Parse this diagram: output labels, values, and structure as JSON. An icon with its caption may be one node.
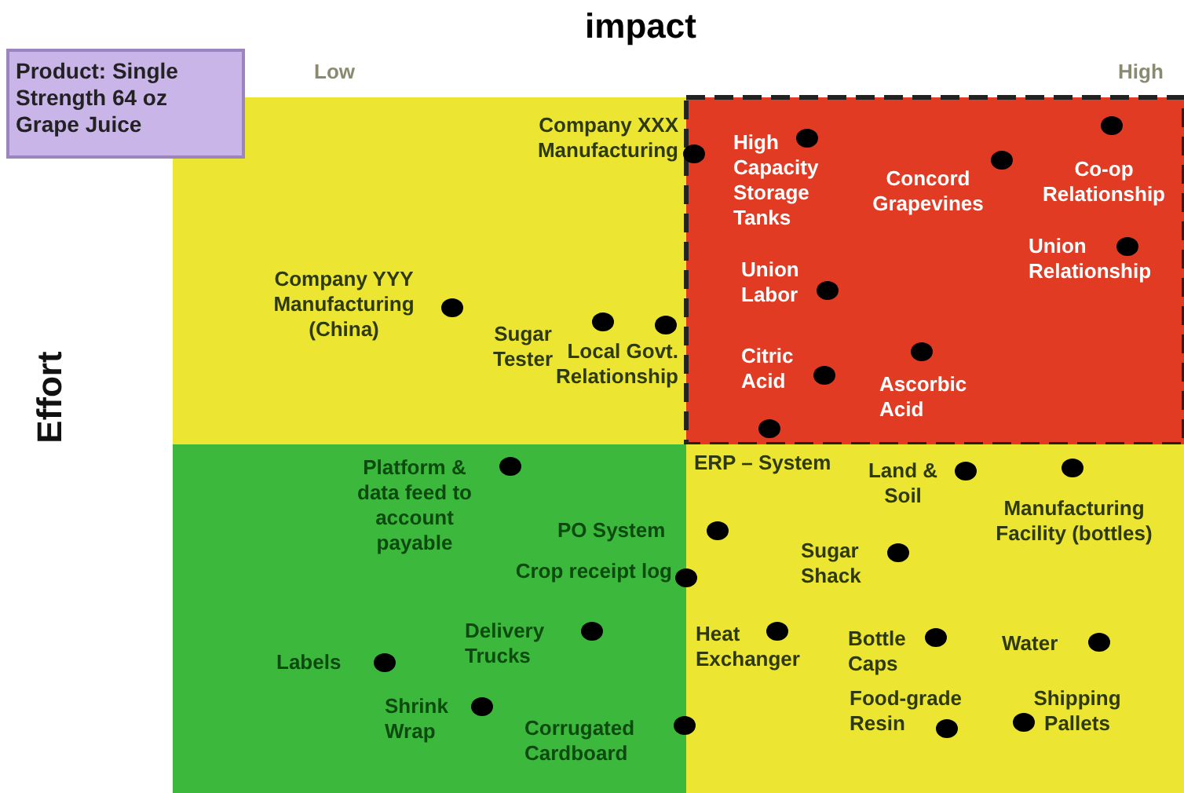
{
  "diagram": {
    "title": "impact",
    "nodes": [
      {
        "text": [
          "Product: Single Strength 64 oz Grape Juice"
        ]
      }
    ],
    "labels": [
      "Effort",
      "Low",
      "High",
      "Company XXX Manufacturing",
      "High Capacity Storage Tanks",
      "Concord Grapevines",
      "Co-op Relationship",
      "Union Relationship",
      "Company YYY Manufacturing (China)",
      "Union Labor",
      "Sugar Tester",
      "Local Govt. Relationship",
      "Citric Acid",
      "Ascorbic Acid",
      "ERP – System",
      "Platform & data feed to account payable",
      "Land & Soil",
      "Manufacturing Facility (bottles)",
      "PO System",
      "Sugar Shack",
      "Crop receipt log",
      "Delivery Trucks",
      "Heat Exchanger",
      "Bottle Caps",
      "Water",
      "Labels",
      "Shrink Wrap",
      "Food-grade Resin",
      "Shipping Pallets",
      "Corrugated Cardboard"
    ]
  }
}
